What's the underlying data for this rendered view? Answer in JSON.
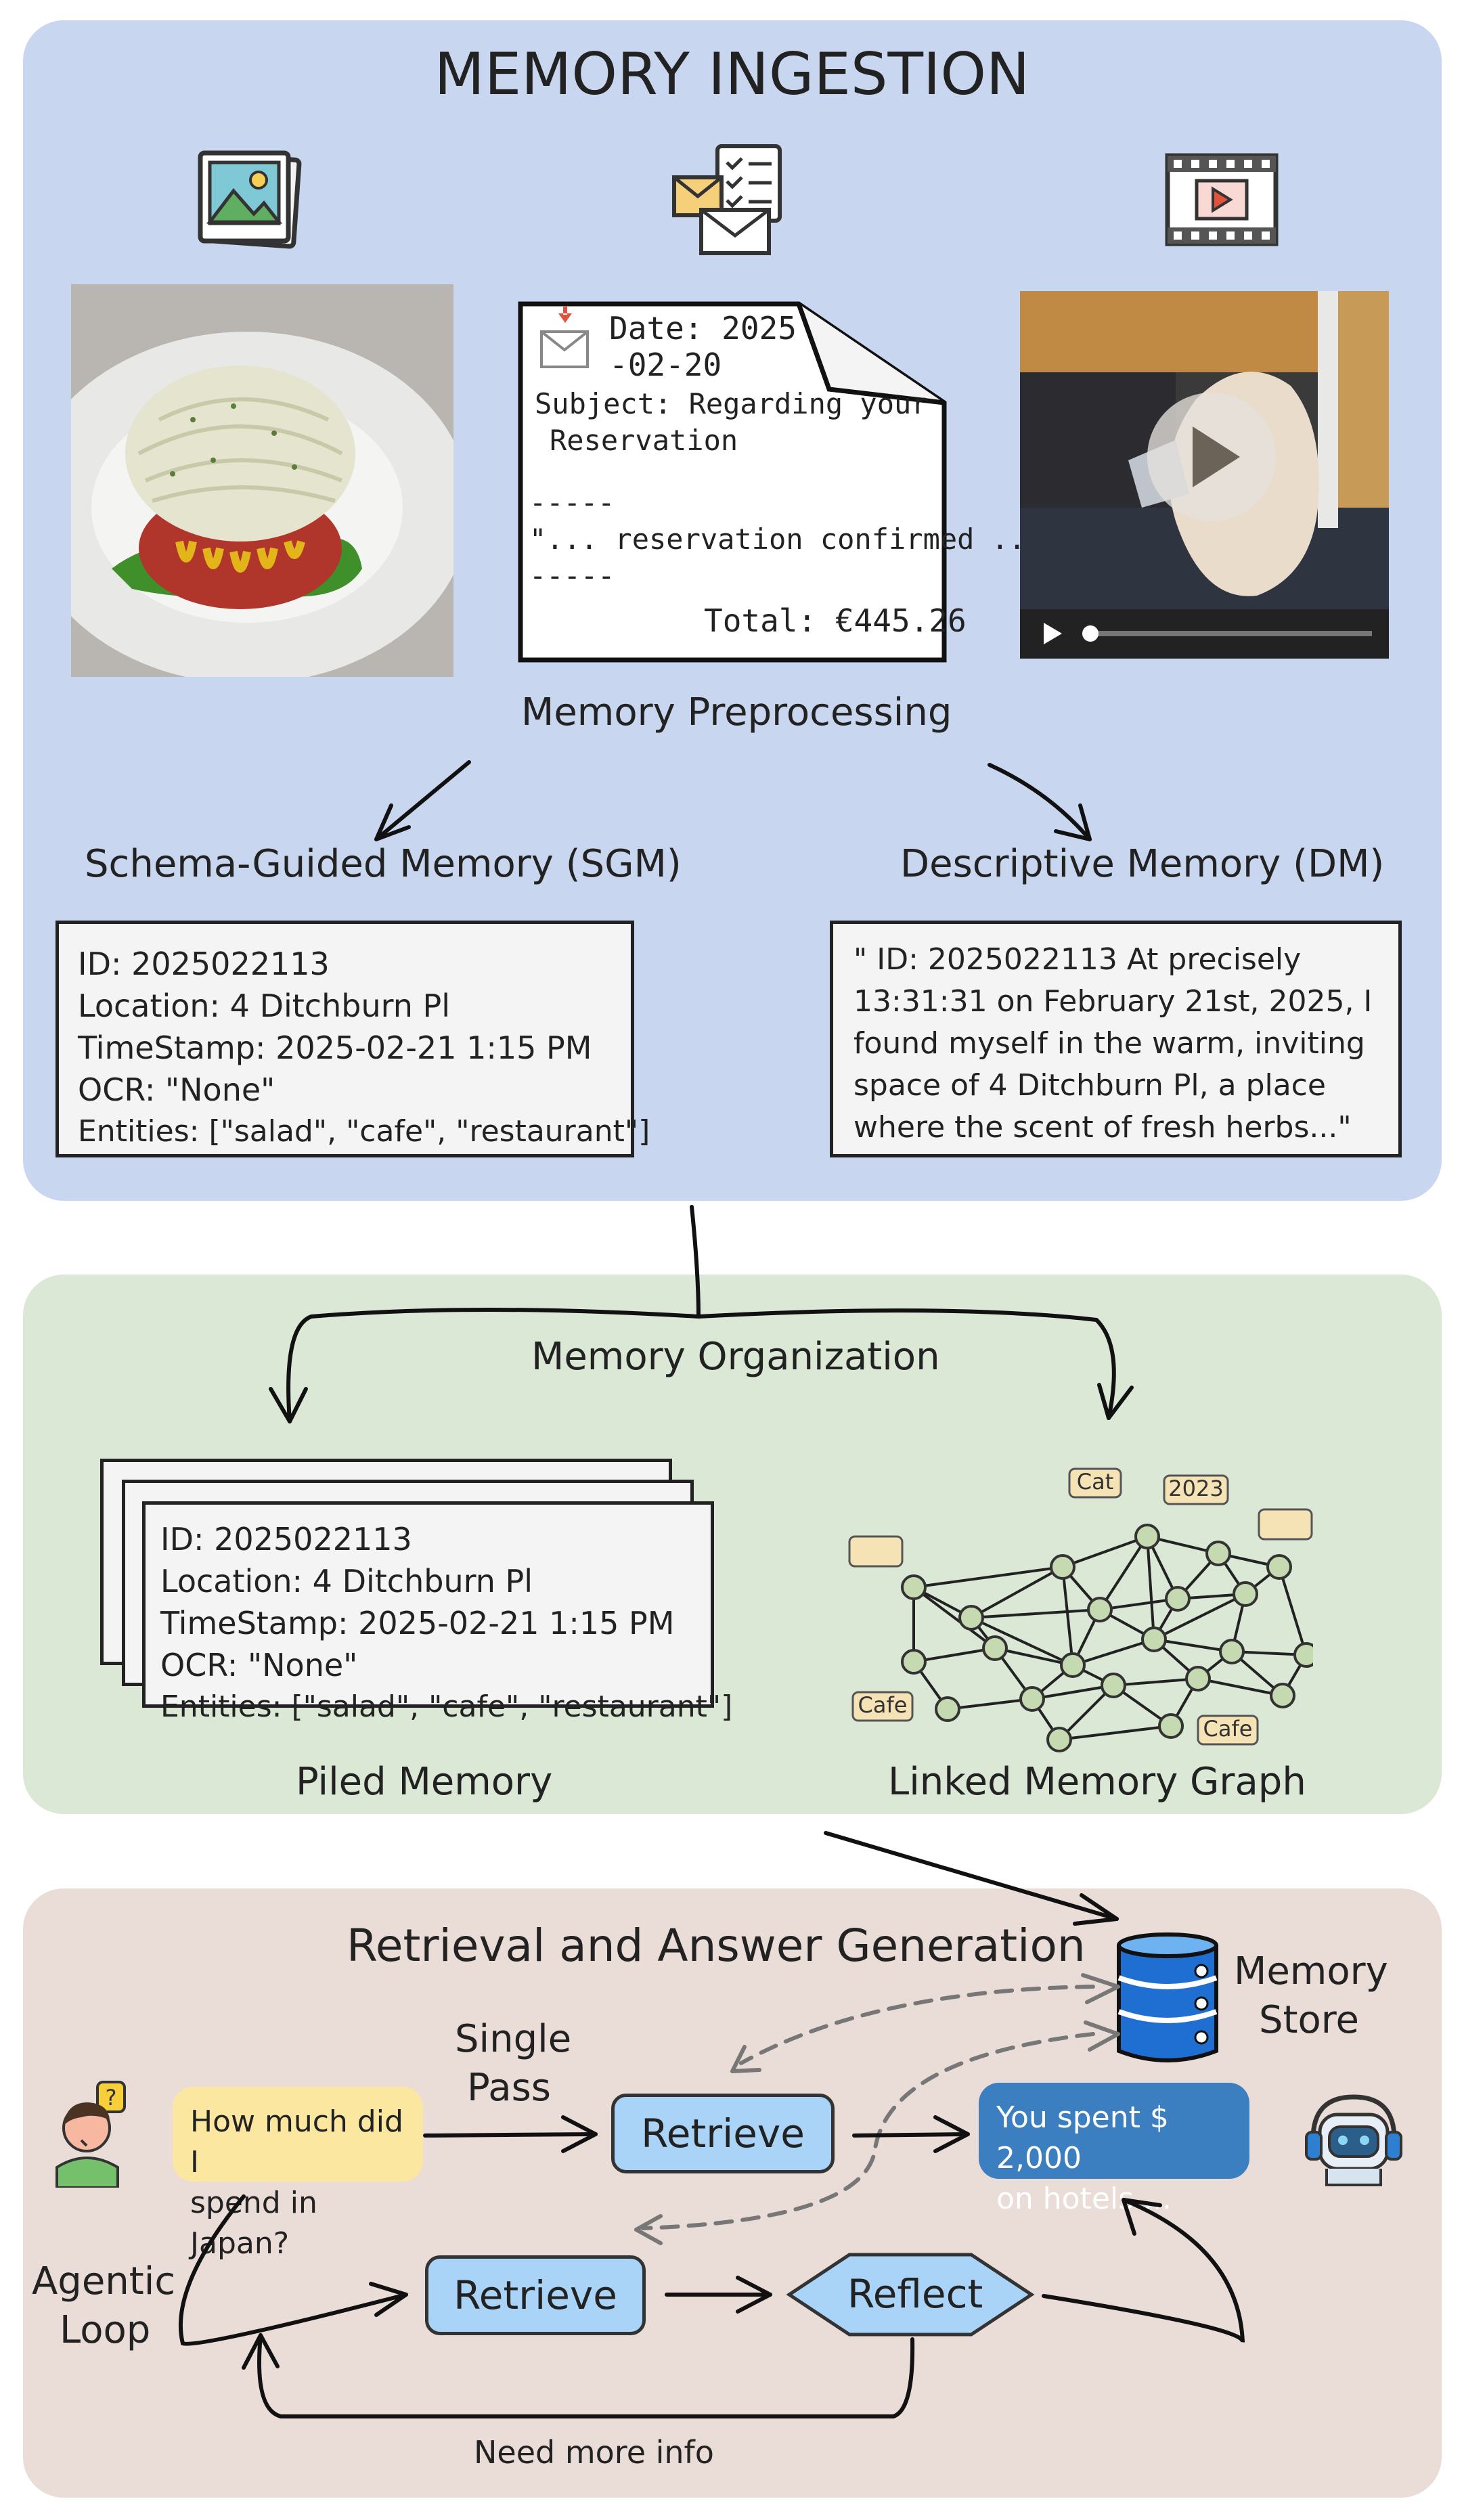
{
  "ingestion": {
    "title": "MEMORY INGESTION",
    "email": {
      "date": "Date: 2025",
      "date2": "-02-20",
      "subject": "Subject: Regarding your",
      "subject2": "Reservation",
      "sep1": "-----",
      "quote": "\"... reservation confirmed ...\"",
      "sep2": "-----",
      "total": "Total: €445.26"
    },
    "preprocessing": "Memory Preprocessing",
    "sgm_title": "Schema-Guided Memory (SGM)",
    "dm_title": "Descriptive Memory (DM)",
    "sgm_lines": [
      "ID: 2025022113",
      "Location: 4 Ditchburn Pl",
      "TimeStamp: 2025-02-21 1:15 PM",
      "OCR: \"None\"",
      "Entities: [\"salad\", \"cafe\",   \"restaurant\"]"
    ],
    "dm_lines": [
      "\" ID: 2025022113 At precisely",
      "13:31:31 on February 21st, 2025, I",
      "found myself in the warm, inviting",
      "space of 4 Ditchburn Pl, a place",
      "where the scent of fresh herbs...\""
    ]
  },
  "organization": {
    "title": "Memory Organization",
    "piled_lines": [
      "ID: 2025022113",
      "Location: 4 Ditchburn Pl",
      "TimeStamp: 2025-02-21 1:15 PM",
      "OCR: \"None\"",
      "Entities: [\"salad\", \"cafe\",   \"restaurant\"]"
    ],
    "piled_label": "Piled Memory",
    "graph_label": "Linked Memory Graph",
    "graph_tags": [
      "Cat",
      "2023",
      "Cafe",
      "Cafe"
    ]
  },
  "retrieval": {
    "title": "Retrieval and Answer Generation",
    "store_label1": "Memory",
    "store_label2": "Store",
    "question1": "How much did I",
    "question2": "spend in Japan?",
    "single_pass1": "Single",
    "single_pass2": "Pass",
    "retrieve": "Retrieve",
    "answer1": "You spent $ 2,000",
    "answer2": "on hotels ...",
    "agentic1": "Agentic",
    "agentic2": "Loop",
    "retrieve2": "Retrieve",
    "reflect": "Reflect",
    "need_more": "Need more info"
  },
  "colors": {
    "panel_ingestion": "#c8d7ef",
    "panel_organization": "#dbe8d6",
    "panel_retrieval": "#eadcd7",
    "retrieve_box": "#a9d3f7",
    "answer_bubble": "#3b7fc0",
    "question_bubble": "#fbe7a0",
    "graph_node": "#c5dab0",
    "graph_tag": "#f5e2b5"
  },
  "icons": [
    "image-icon",
    "mail-icon",
    "video-icon",
    "food-photo",
    "cat-video",
    "database-icon",
    "user-question-icon",
    "robot-icon"
  ]
}
